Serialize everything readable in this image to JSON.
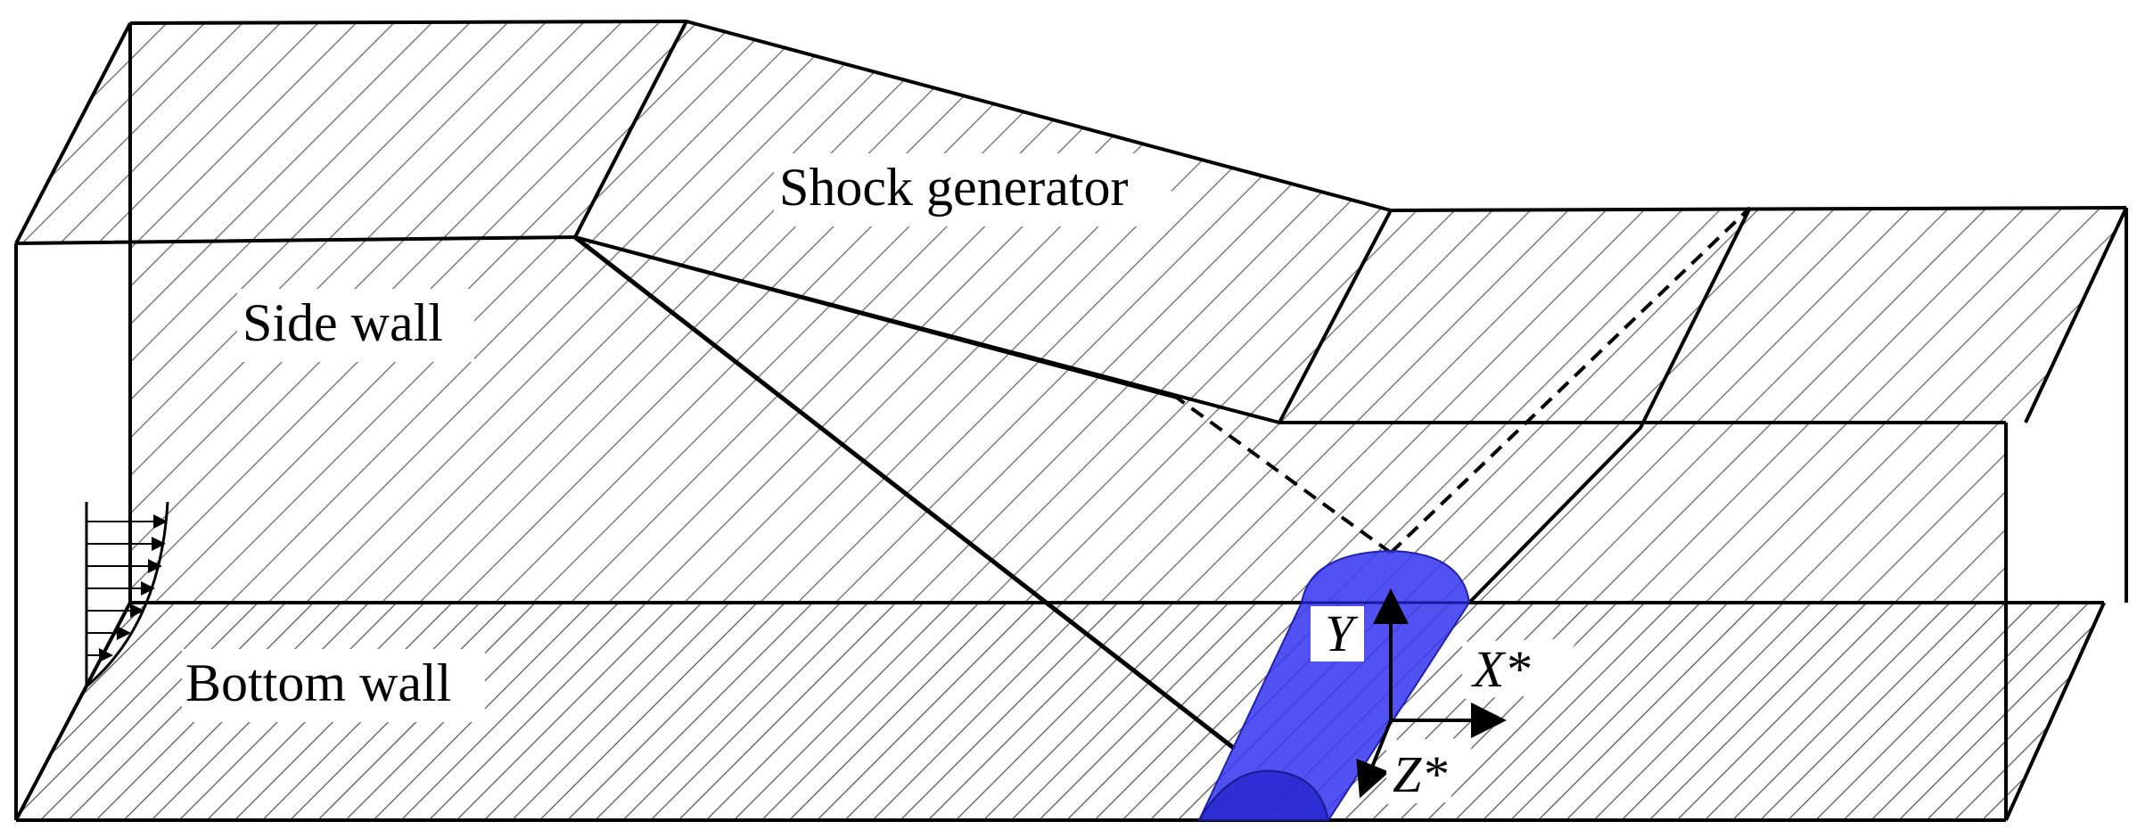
{
  "labels": {
    "shock_generator": "Shock generator",
    "side_wall": "Side wall",
    "bottom_wall": "Bottom wall",
    "axis_y": "Y",
    "axis_x": "X*",
    "axis_z": "Z*"
  },
  "colors": {
    "line": "#000000",
    "hatch": "#6a6a6a",
    "interaction_region": "#3a3af0",
    "background": "#ffffff"
  }
}
